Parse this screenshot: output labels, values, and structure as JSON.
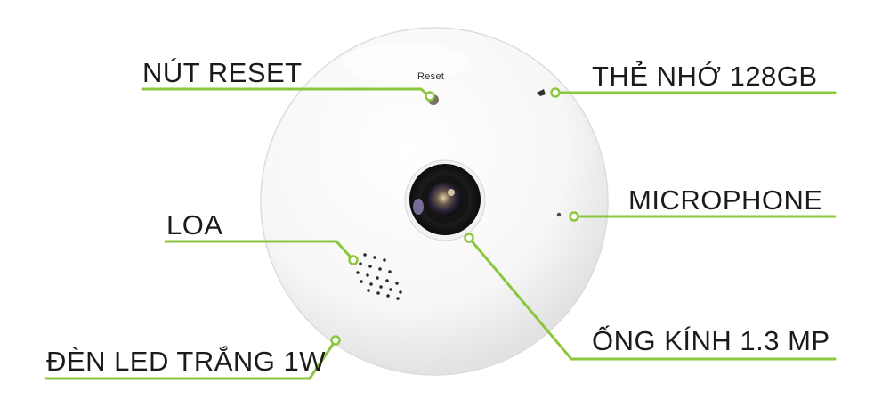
{
  "product": {
    "reset_print": "Reset"
  },
  "callouts": {
    "reset": "NÚT RESET",
    "memory": "THẺ NHỚ 128GB",
    "microphone": "MICROPHONE",
    "speaker": "LOA",
    "lens": "ỐNG KÍNH 1.3 MP",
    "led": "ĐÈN LED TRẮNG 1W"
  },
  "colors": {
    "accent": "#8cc63f",
    "text": "#1b1b1b",
    "device_body": "#f4f4f4"
  }
}
